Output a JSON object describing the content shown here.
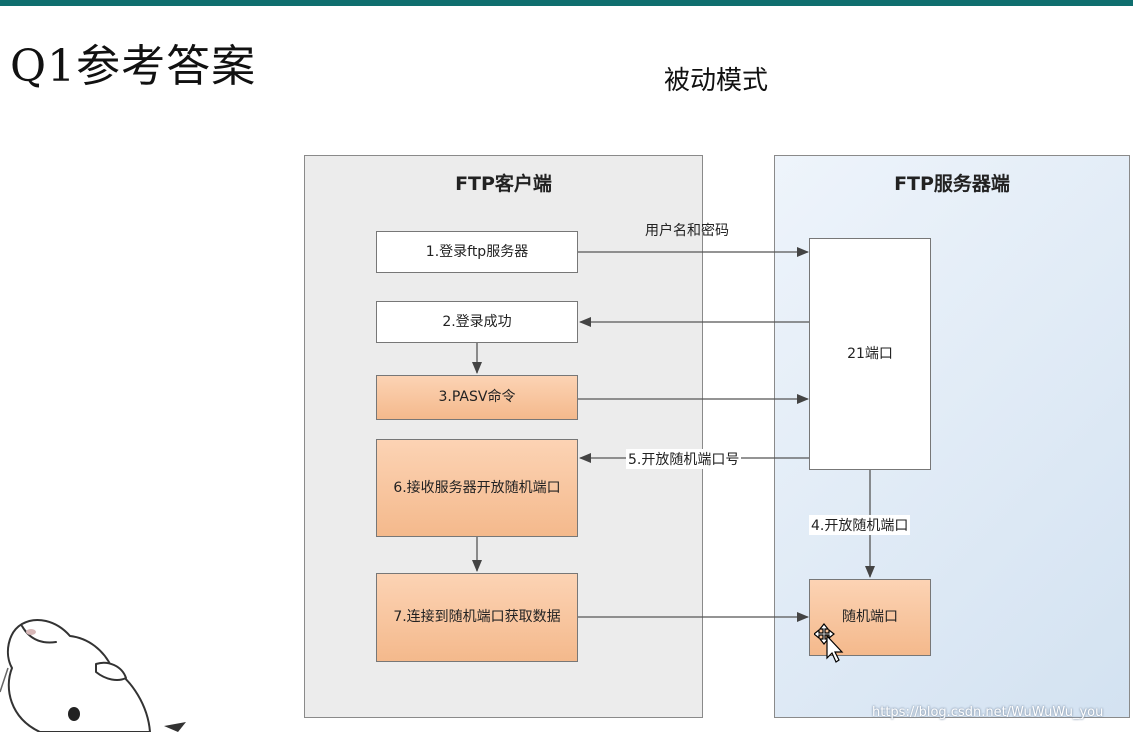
{
  "slide": {
    "title": "Q1参考答案",
    "subtitle": "被动模式",
    "accent_color": "#0f6e6e"
  },
  "client": {
    "title": "FTP客户端",
    "steps": [
      {
        "id": "s1",
        "label": "1.登录ftp服务器",
        "color": "white"
      },
      {
        "id": "s2",
        "label": "2.登录成功",
        "color": "white"
      },
      {
        "id": "s3",
        "label": "3.PASV命令",
        "color": "orange"
      },
      {
        "id": "s6",
        "label": "6.接收服务器开放随机端口",
        "color": "orange"
      },
      {
        "id": "s7",
        "label": "7.连接到随机端口获取数据",
        "color": "orange"
      }
    ]
  },
  "server": {
    "title": "FTP服务器端",
    "control_port": "21端口",
    "random_port": "随机端口"
  },
  "edges": {
    "username_password": "用户名和密码",
    "open_random_port_number": "5.开放随机端口号",
    "open_random_port": "4.开放随机端口"
  },
  "watermark": "https://blog.csdn.net/WuWuWu_you",
  "icons": [
    "mascot-illustration",
    "move-cursor-icon"
  ],
  "colors": {
    "orange_box": "#f4b98c",
    "server_panel": "#d3e2f1",
    "client_panel": "#ececec"
  }
}
